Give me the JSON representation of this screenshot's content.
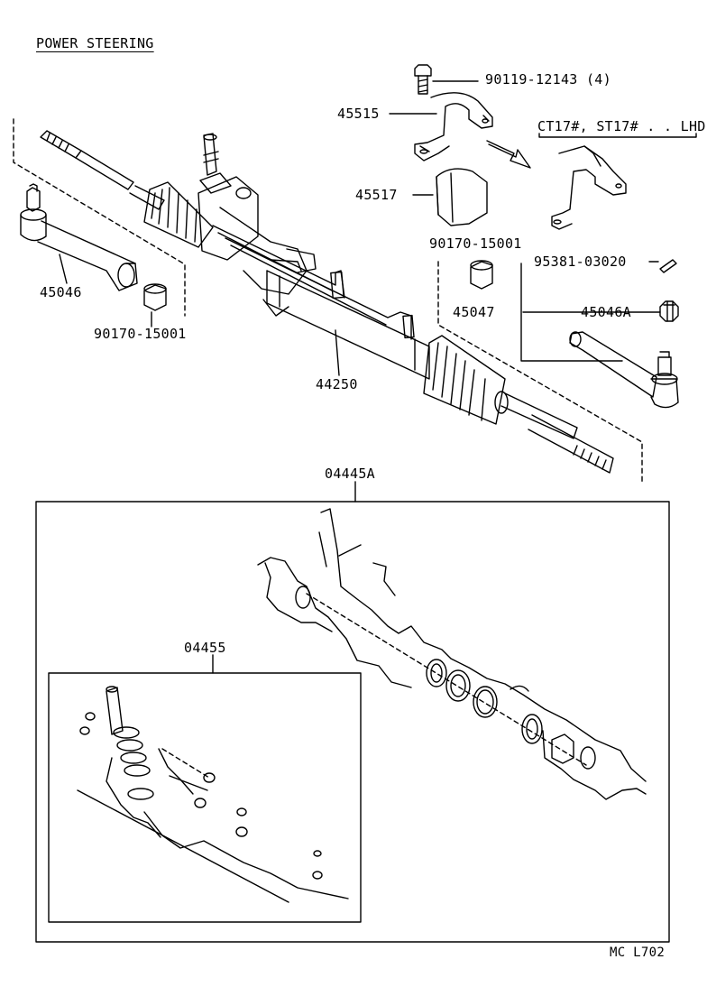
{
  "title": "POWER STEERING",
  "parts": {
    "bolt": "90119-12143 (4)",
    "bracket": "45515",
    "bracket_variant": "CT17#, ST17# . . LHD",
    "cushion": "45517",
    "bushing_right": "90170-15001",
    "cotter_pin": "95381-03020",
    "tie_rod_end_right": "45047",
    "nut": "45046A",
    "tie_rod_end_left": "45046",
    "bushing_left": "90170-15001",
    "gear_assembly": "44250",
    "gasket_kit": "04445A",
    "boot_kit": "04455"
  },
  "figure_code": "MC L702"
}
